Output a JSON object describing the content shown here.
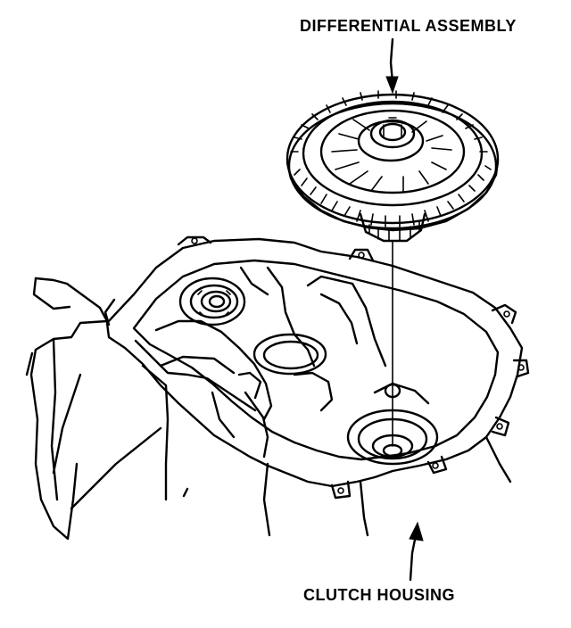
{
  "labels": {
    "differential": "DIFFERENTIAL ASSEMBLY",
    "clutch_housing": "CLUTCH HOUSING"
  },
  "icons": [
    "leader-arrow",
    "leader-arrow"
  ]
}
